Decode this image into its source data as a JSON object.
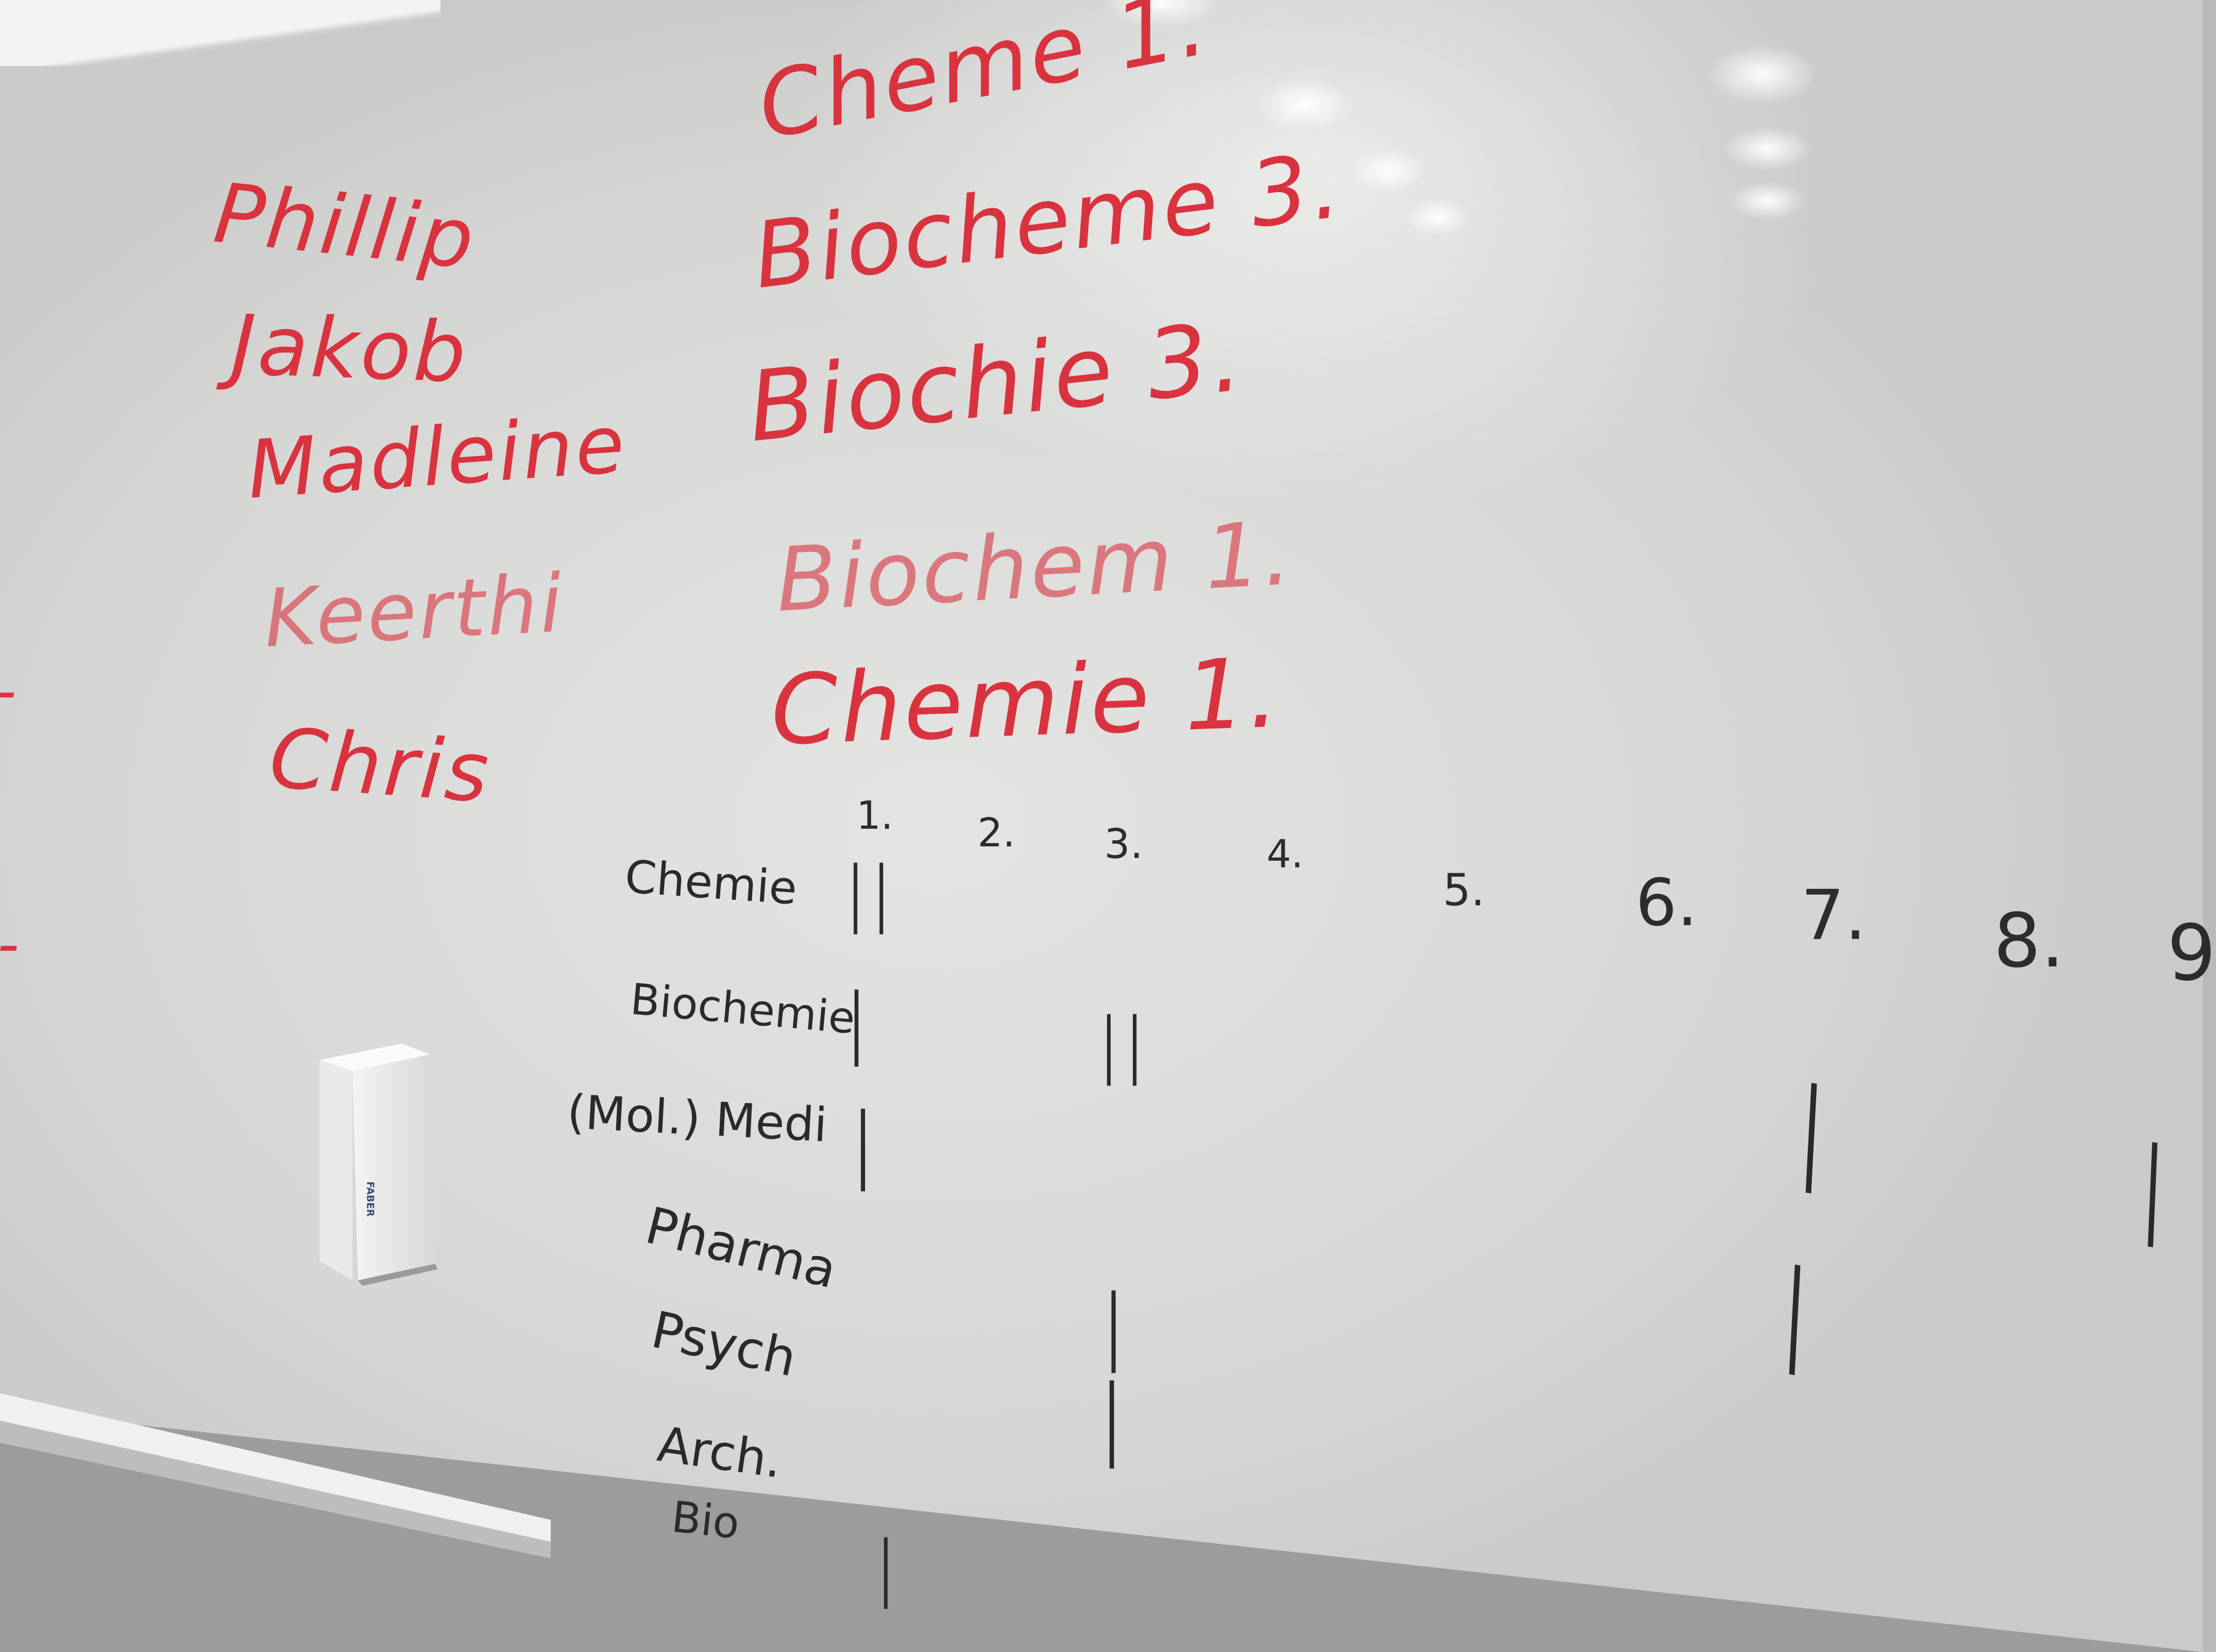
{
  "names": [
    "Phillip",
    "Jakob",
    "Madleine",
    "Keerthi",
    "Chris"
  ],
  "choices": [
    "Cheme 1.",
    "Biocheme 3.",
    "Biochie 3.",
    "Biochem 1.",
    "Chemie 1."
  ],
  "column_headers": [
    "1.",
    "2.",
    "3.",
    "4.",
    "5.",
    "6.",
    "7.",
    "8.",
    "9"
  ],
  "subjects": [
    "Chemie",
    "Biochemie",
    "(Mol.) Medi",
    "Pharma",
    "Psych",
    "Arch.",
    "Bio"
  ],
  "tallies": {
    "chemie_1": "||",
    "biochemie_1": "|",
    "biochemie_3": "||",
    "medi_1": "|",
    "medi_7": "|",
    "medi_9": "|",
    "pharma_7": "|",
    "psych_3": "|",
    "arch_3": "|",
    "bio_1": "|"
  },
  "eraser_brand": "FABER",
  "colors": {
    "red_marker": "#d9333f",
    "black_marker": "#2a2a2a",
    "board": "#e0e0de"
  }
}
